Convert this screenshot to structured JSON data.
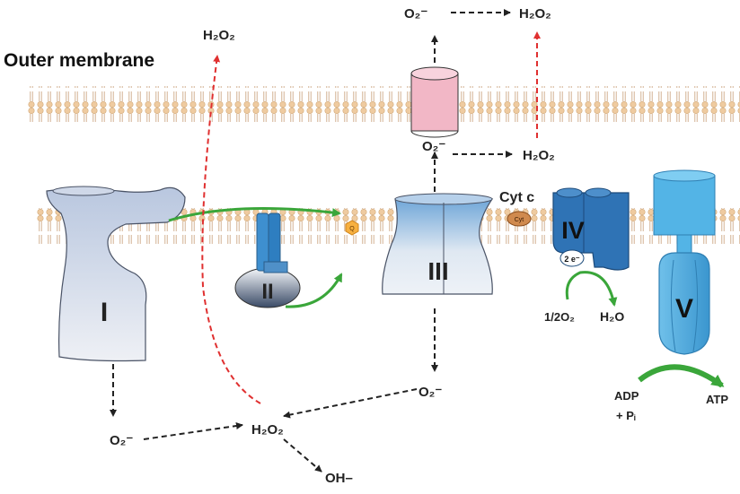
{
  "title": "Outer membrane",
  "complexes": {
    "c1": "I",
    "c2": "II",
    "c3": "III",
    "c4": "IV",
    "c5": "V"
  },
  "cytc_label": "Cyt c",
  "cyt_chip": "Cyt",
  "q_chip": "Q",
  "two_e": "2 e⁻",
  "species": {
    "h2o2": "H₂O₂",
    "o2minus": "O₂⁻",
    "ohminus": "OH–",
    "half_o2": "1/2O₂",
    "h2o": "H₂O",
    "adp": "ADP",
    "pi": "+ Pᵢ",
    "atp": "ATP"
  },
  "colors": {
    "ros_arrow": "#e03030",
    "electron_arrow": "#3aa63a",
    "flow_arrow": "#222222",
    "complex_i": "#dfe4ef",
    "complex_iv": "#2f73b5",
    "complex_v": "#49a5dd",
    "outer_channel": "#f2b7c6",
    "lipid_head": "#efcba0"
  }
}
